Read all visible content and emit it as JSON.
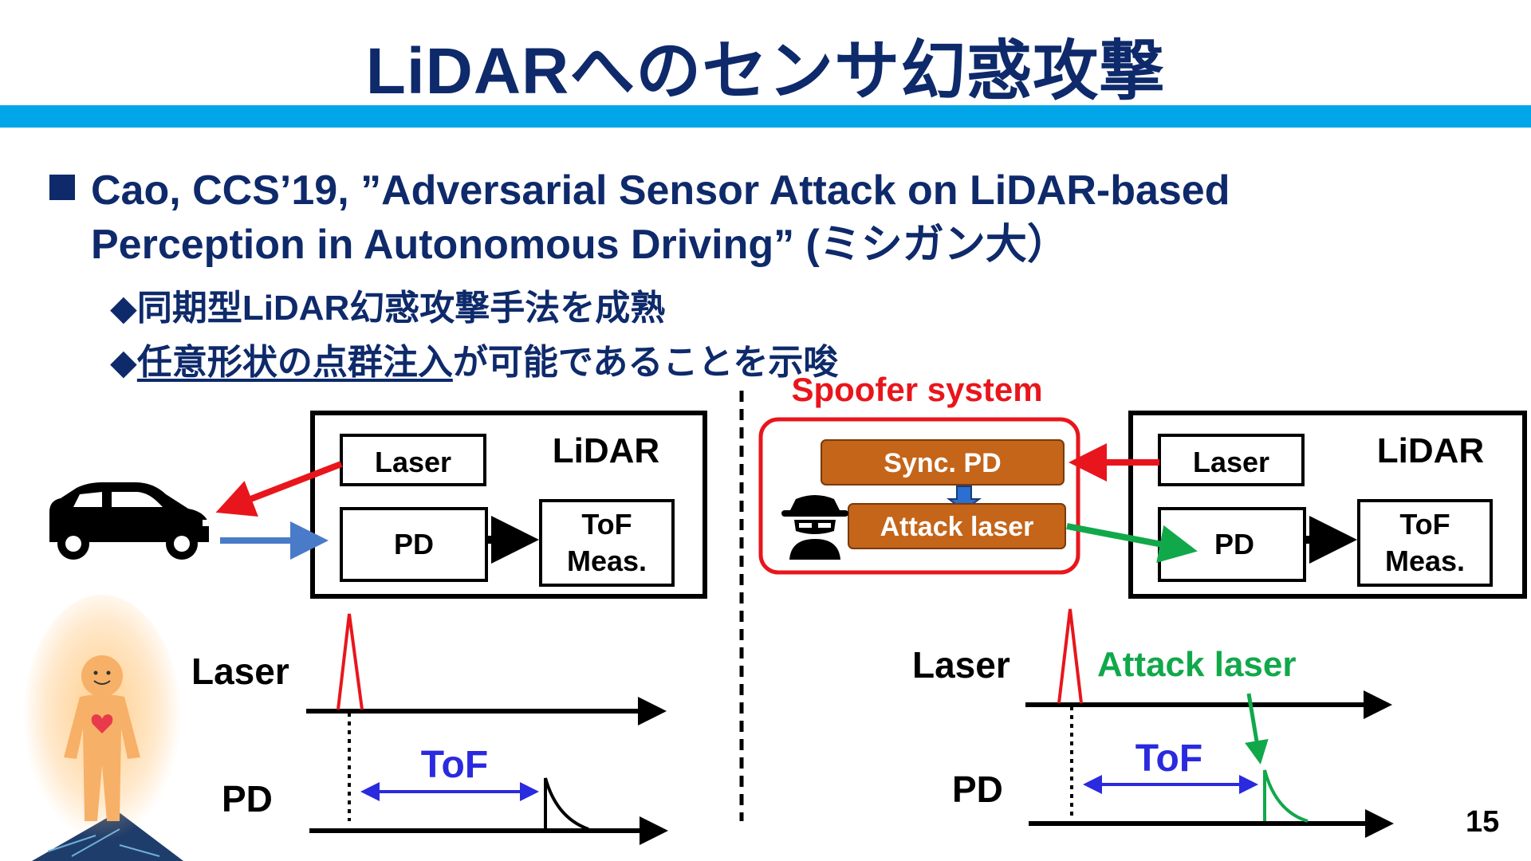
{
  "slide": {
    "title": "LiDARへのセンサ幻惑攻撃",
    "bullet": {
      "line1": "Cao, CCS’19, ”Adversarial Sensor Attack on LiDAR-based",
      "line2": "Perception in Autonomous Driving” (ミシガン大）"
    },
    "sub1": {
      "marker": "◆",
      "text": "同期型LiDAR幻惑攻撃手法を成熟"
    },
    "sub2": {
      "marker": "◆",
      "underlined": "任意形状の点群注入",
      "rest": "が可能であることを示唆"
    },
    "page_number": "15"
  },
  "left_diagram": {
    "lidar_label": "LiDAR",
    "laser_box": "Laser",
    "pd_box": "PD",
    "tof_box_line1": "ToF",
    "tof_box_line2": "Meas.",
    "timing_laser_label": "Laser",
    "timing_pd_label": "PD",
    "tof_label": "ToF"
  },
  "right_diagram": {
    "spoofer_title": "Spoofer system",
    "sync_pd": "Sync. PD",
    "attack_laser_box": "Attack laser",
    "lidar_label": "LiDAR",
    "laser_box": "Laser",
    "pd_box": "PD",
    "tof_box_line1": "ToF",
    "tof_box_line2": "Meas.",
    "timing_laser_label": "Laser",
    "timing_attack_label": "Attack laser",
    "timing_pd_label": "PD",
    "tof_label": "ToF"
  },
  "colors": {
    "title": "#0e2a6b",
    "accent_bar": "#00a6e8",
    "laser_red": "#e8161c",
    "return_blue": "#4a7bc8",
    "tof_blue": "#2a2adf",
    "attack_green": "#11a84a",
    "spoofer_orange": "#c4651a"
  }
}
